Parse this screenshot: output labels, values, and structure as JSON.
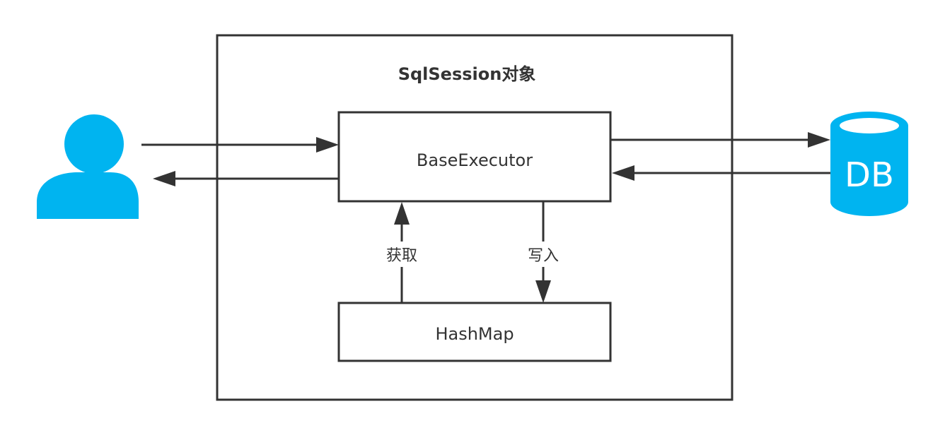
{
  "session": {
    "title": "SqlSession对象"
  },
  "executor": {
    "label": "BaseExecutor"
  },
  "cache": {
    "label": "HashMap"
  },
  "edges": {
    "fetch_label": "获取",
    "write_label": "写入"
  },
  "database": {
    "label": "DB"
  },
  "colors": {
    "stroke": "#333333",
    "accent": "#00b4f0",
    "background": "#ffffff"
  },
  "icons": {
    "user": "user-icon",
    "database": "database-icon"
  }
}
